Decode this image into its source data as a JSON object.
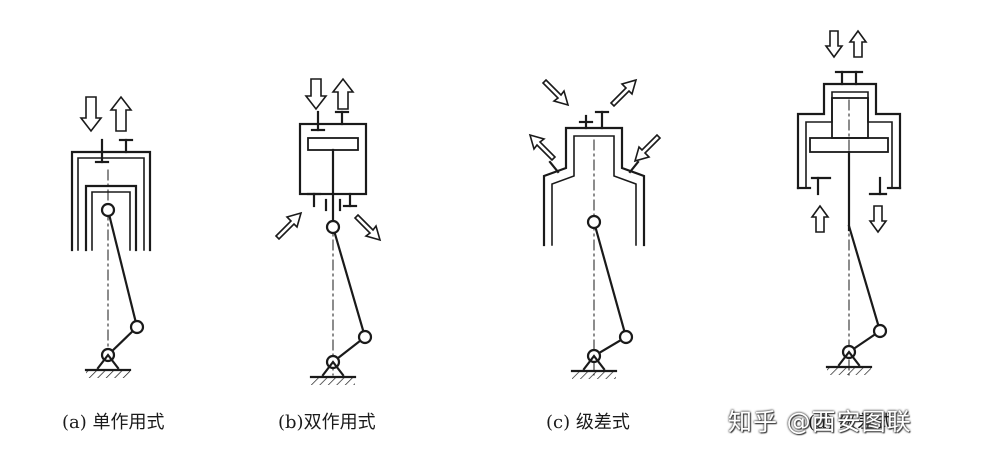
{
  "captions": {
    "a": "(a) 单作用式",
    "b": "(b)双作用式",
    "c": "(c) 级差式",
    "d": "(d) 级差式"
  },
  "watermark": "知乎 @西安图联",
  "icons": {
    "arrows": "hollow-arrow-icon",
    "valves": "valve-icon",
    "ground": "ground-hatch-icon"
  },
  "colors": {
    "line": "#1a1a1a",
    "background": "#ffffff"
  }
}
